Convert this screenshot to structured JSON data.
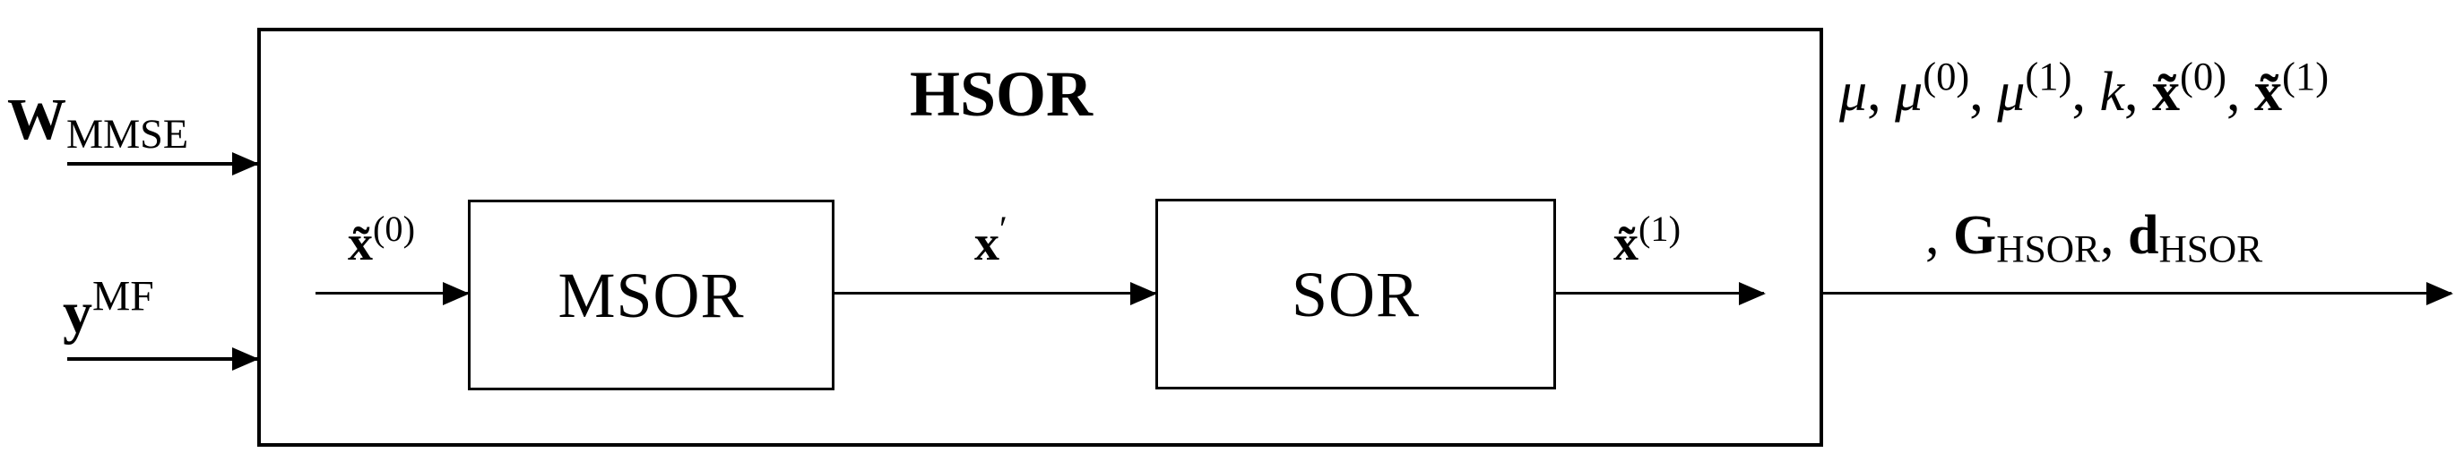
{
  "title": "HSOR",
  "blocks": [
    {
      "label": "MSOR"
    },
    {
      "label": "SOR"
    }
  ],
  "inputs": {
    "w": {
      "base": "W",
      "sub": "MMSE"
    },
    "y": {
      "base": "y",
      "sup": "MF"
    }
  },
  "signals": {
    "x0": {
      "base": "x̃",
      "sup": "(0)"
    },
    "xprime": {
      "base": "x",
      "sup": "′"
    },
    "x1": {
      "base": "x̃",
      "sup": "(1)"
    }
  },
  "outputs": {
    "line1": [
      {
        "t": "μ",
        "sup": "",
        "sep": ", "
      },
      {
        "t": "μ",
        "sup": "(0)",
        "sep": ", "
      },
      {
        "t": "μ",
        "sup": "(1)",
        "sep": ", "
      },
      {
        "t": "k",
        "sup": "",
        "sep": ", "
      },
      {
        "t": "x̃",
        "sup": "(0)",
        "sep": ", "
      },
      {
        "t": "x̃",
        "sup": "(1)",
        "sep": ""
      }
    ],
    "line2": {
      "lead": ", ",
      "tokens": [
        {
          "t": "G",
          "sub": "HSOR",
          "sep": ", "
        },
        {
          "t": "d",
          "sub": "HSOR",
          "sep": ""
        }
      ]
    }
  },
  "colors": {
    "line": "#000000",
    "background": "#ffffff"
  }
}
